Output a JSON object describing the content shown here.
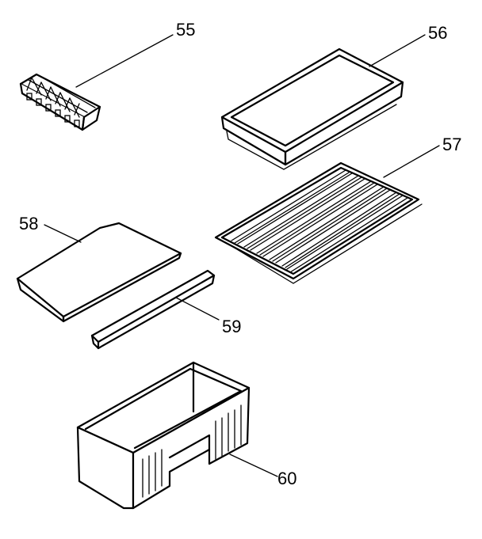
{
  "diagram": {
    "parts": [
      {
        "id": "55",
        "label": "55",
        "description": "ice-cube-tray"
      },
      {
        "id": "56",
        "label": "56",
        "description": "tray"
      },
      {
        "id": "57",
        "label": "57",
        "description": "wire-rack"
      },
      {
        "id": "58",
        "label": "58",
        "description": "shelf-plate"
      },
      {
        "id": "59",
        "label": "59",
        "description": "trim-strip"
      },
      {
        "id": "60",
        "label": "60",
        "description": "storage-bin"
      }
    ]
  }
}
